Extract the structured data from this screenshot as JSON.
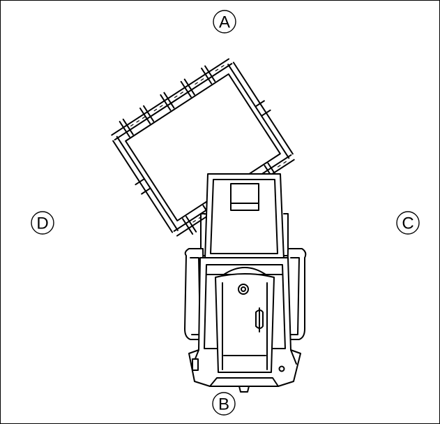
{
  "labels": {
    "top": "A",
    "bottom": "B",
    "right": "C",
    "left": "D"
  },
  "colors": {
    "ink": "#000000",
    "background": "#ffffff"
  }
}
